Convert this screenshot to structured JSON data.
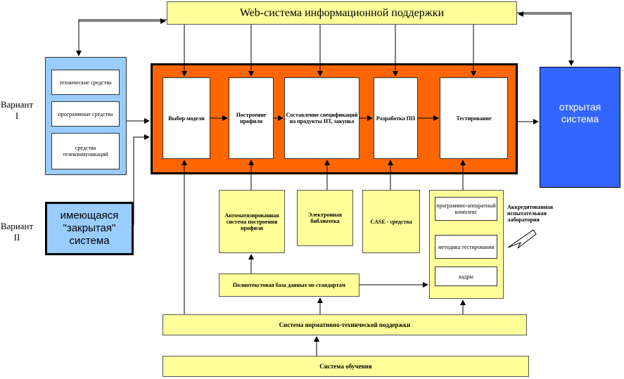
{
  "top_system": "Web-система информационной поддержки",
  "variant1": {
    "label_line1": "Вариант",
    "label_line2": "I"
  },
  "variant2": {
    "label_line1": "Вариант",
    "label_line2": "II"
  },
  "left_items": [
    "технические средства",
    "программные средства",
    "средства телекоммуникаций"
  ],
  "closed_system": "имеющаяся \"закрытая\" система",
  "stages": [
    "Выбор модели",
    "Построение профиля",
    "Составление спецификаций на продукты ИТ, закупка",
    "Разработка ПП",
    "Тестирование"
  ],
  "open_system": "открытая система",
  "automation": "Автоматизированная система построения профиля",
  "e_library": "Электронная библиотека",
  "case_tools": "CASE - средства",
  "lab_items": [
    "программно-аппаратный комплекс",
    "методика тестирования",
    "кадры"
  ],
  "lab_title": "Аккредитованная испытательная лаборатория",
  "database": "Полнотекстовая база данных по стандартам",
  "norm_support": "Система нормативно-технической поддержки",
  "education": "Система обучения",
  "colors": {
    "orange": "#ff6600",
    "blue": "#3366ff",
    "light_blue": "#99ccff",
    "yellow": "#ffff99"
  }
}
